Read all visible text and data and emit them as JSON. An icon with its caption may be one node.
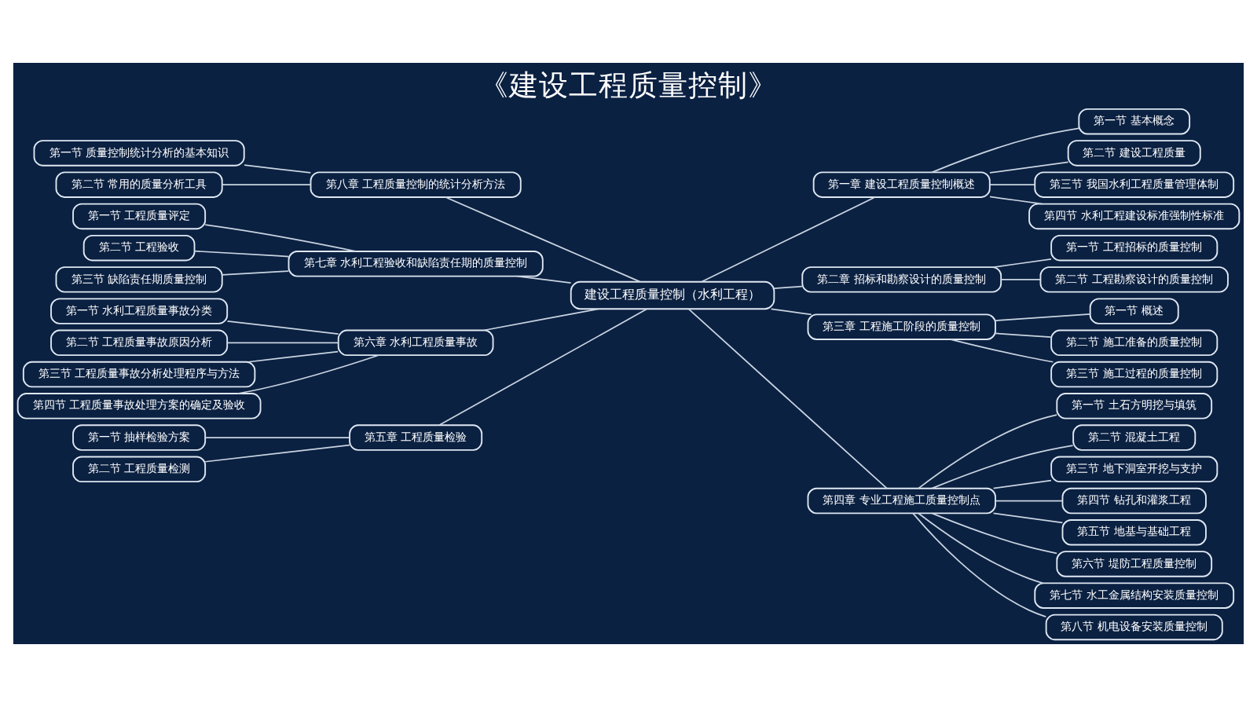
{
  "diagram": {
    "title": "《建设工程质量控制》",
    "nodes": [
      {
        "text": [
          "建设工程质量控制（水利工程）"
        ]
      },
      {
        "text": [
          "第一章 建设工程质量控制概述"
        ]
      },
      {
        "text": [
          "第一节 基本概念"
        ]
      },
      {
        "text": [
          "第二节 建设工程质量"
        ]
      },
      {
        "text": [
          "第三节 我国水利工程质量管理体制"
        ]
      },
      {
        "text": [
          "第四节 水利工程建设标准强制性标准"
        ]
      },
      {
        "text": [
          "第二章 招标和勘察设计的质量控制"
        ]
      },
      {
        "text": [
          "第一节 工程招标的质量控制"
        ]
      },
      {
        "text": [
          "第二节 工程勘察设计的质量控制"
        ]
      },
      {
        "text": [
          "第三章 工程施工阶段的质量控制"
        ]
      },
      {
        "text": [
          "第一节 概述"
        ]
      },
      {
        "text": [
          "第二节 施工准备的质量控制"
        ]
      },
      {
        "text": [
          "第三节 施工过程的质量控制"
        ]
      },
      {
        "text": [
          "第四章 专业工程施工质量控制点"
        ]
      },
      {
        "text": [
          "第一节 土石方明挖与填筑"
        ]
      },
      {
        "text": [
          "第二节 混凝土工程"
        ]
      },
      {
        "text": [
          "第三节 地下洞室开挖与支护"
        ]
      },
      {
        "text": [
          "第四节 钻孔和灌浆工程"
        ]
      },
      {
        "text": [
          "第五节 地基与基础工程"
        ]
      },
      {
        "text": [
          "第六节 堤防工程质量控制"
        ]
      },
      {
        "text": [
          "第七节 水工金属结构安装质量控制"
        ]
      },
      {
        "text": [
          "第八节 机电设备安装质量控制"
        ]
      },
      {
        "text": [
          "第八章 工程质量控制的统计分析方法"
        ]
      },
      {
        "text": [
          "第一节 质量控制统计分析的基本知识"
        ]
      },
      {
        "text": [
          "第二节 常用的质量分析工具"
        ]
      },
      {
        "text": [
          "第七章 水利工程验收和缺陷责任期的质量控制"
        ]
      },
      {
        "text": [
          "第一节 工程质量评定"
        ]
      },
      {
        "text": [
          "第二节 工程验收"
        ]
      },
      {
        "text": [
          "第三节 缺陷责任期质量控制"
        ]
      },
      {
        "text": [
          "第六章 水利工程质量事故"
        ]
      },
      {
        "text": [
          "第一节 水利工程质量事故分类"
        ]
      },
      {
        "text": [
          "第二节 工程质量事故原因分析"
        ]
      },
      {
        "text": [
          "第三节 工程质量事故分析处理程序与方法"
        ]
      },
      {
        "text": [
          "第四节 工程质量事故处理方案的确定及验收"
        ]
      },
      {
        "text": [
          "第五章 工程质量检验"
        ]
      },
      {
        "text": [
          "第一节 抽样检验方案"
        ]
      },
      {
        "text": [
          "第二节 工程质量检测"
        ]
      }
    ],
    "edges": [
      {
        "from": 0,
        "to": 1,
        "arrow": "none"
      },
      {
        "from": 1,
        "to": 2,
        "arrow": "none"
      },
      {
        "from": 1,
        "to": 3,
        "arrow": "none"
      },
      {
        "from": 1,
        "to": 4,
        "arrow": "none"
      },
      {
        "from": 1,
        "to": 5,
        "arrow": "none"
      },
      {
        "from": 0,
        "to": 6,
        "arrow": "none"
      },
      {
        "from": 6,
        "to": 7,
        "arrow": "none"
      },
      {
        "from": 6,
        "to": 8,
        "arrow": "none"
      },
      {
        "from": 0,
        "to": 9,
        "arrow": "none"
      },
      {
        "from": 9,
        "to": 10,
        "arrow": "none"
      },
      {
        "from": 9,
        "to": 11,
        "arrow": "none"
      },
      {
        "from": 9,
        "to": 12,
        "arrow": "none"
      },
      {
        "from": 0,
        "to": 13,
        "arrow": "none"
      },
      {
        "from": 13,
        "to": 14,
        "arrow": "none"
      },
      {
        "from": 13,
        "to": 15,
        "arrow": "none"
      },
      {
        "from": 13,
        "to": 16,
        "arrow": "none"
      },
      {
        "from": 13,
        "to": 17,
        "arrow": "none"
      },
      {
        "from": 13,
        "to": 18,
        "arrow": "none"
      },
      {
        "from": 13,
        "to": 19,
        "arrow": "none"
      },
      {
        "from": 13,
        "to": 20,
        "arrow": "none"
      },
      {
        "from": 13,
        "to": 21,
        "arrow": "none"
      },
      {
        "from": 0,
        "to": 22,
        "arrow": "none"
      },
      {
        "from": 22,
        "to": 23,
        "arrow": "none"
      },
      {
        "from": 22,
        "to": 24,
        "arrow": "none"
      },
      {
        "from": 0,
        "to": 25,
        "arrow": "none"
      },
      {
        "from": 25,
        "to": 26,
        "arrow": "none"
      },
      {
        "from": 25,
        "to": 27,
        "arrow": "none"
      },
      {
        "from": 25,
        "to": 28,
        "arrow": "none"
      },
      {
        "from": 0,
        "to": 29,
        "arrow": "none"
      },
      {
        "from": 29,
        "to": 30,
        "arrow": "none"
      },
      {
        "from": 29,
        "to": 31,
        "arrow": "none"
      },
      {
        "from": 29,
        "to": 32,
        "arrow": "none"
      },
      {
        "from": 29,
        "to": 33,
        "arrow": "none"
      },
      {
        "from": 0,
        "to": 34,
        "arrow": "none"
      },
      {
        "from": 34,
        "to": 35,
        "arrow": "none"
      },
      {
        "from": 34,
        "to": 36,
        "arrow": "none"
      }
    ]
  }
}
